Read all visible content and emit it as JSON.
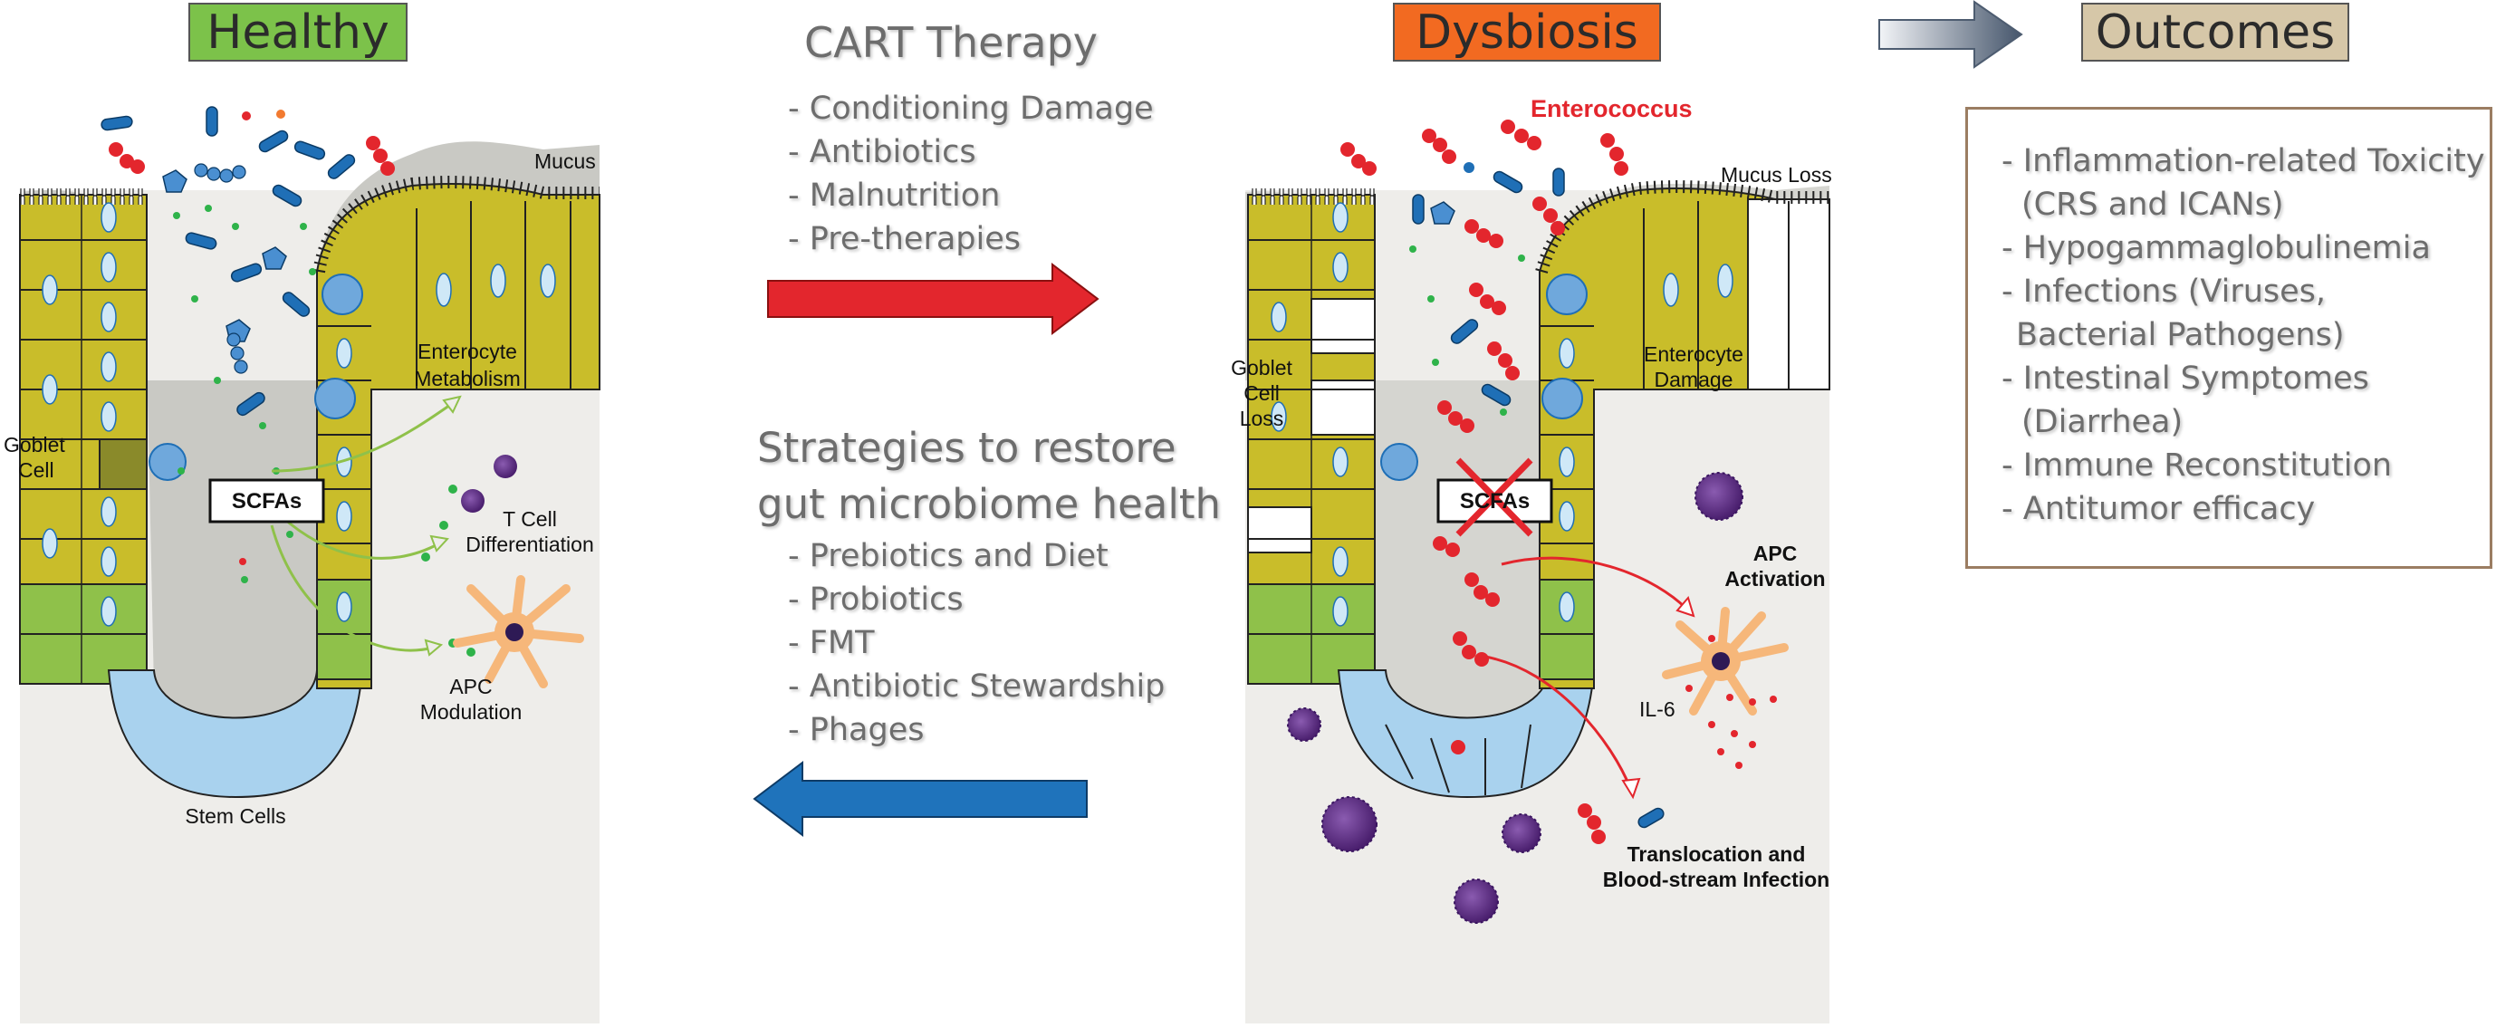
{
  "tags": {
    "healthy": {
      "text": "Healthy",
      "color": "#7cc24a"
    },
    "dysbiosis": {
      "text": "Dysbiosis",
      "color": "#f26a21"
    },
    "outcomes": {
      "text": "Outcomes",
      "color": "#d6c7a8"
    }
  },
  "cart": {
    "title": "CART Therapy",
    "items": [
      "- Conditioning Damage",
      "- Antibiotics",
      "- Malnutrition",
      "- Pre-therapies"
    ]
  },
  "strategies": {
    "title_line1": "Strategies to restore",
    "title_line2": "gut microbiome health",
    "items": [
      "- Prebiotics and Diet",
      "- Probiotics",
      "- FMT",
      "- Antibiotic Stewardship",
      "- Phages"
    ]
  },
  "outcomes": {
    "items": [
      "- Inflammation-related Toxicity",
      "(CRS and ICANs)",
      "- Hypogammaglobulinemia",
      "- Infections (Viruses,",
      "Bacterial Pathogens)",
      "- Intestinal Symptomes",
      "(Diarrhea)",
      "- Immune Reconstitution",
      "- Antitumor efficacy"
    ]
  },
  "healthy_labels": {
    "mucus": "Mucus",
    "goblet_1": "Goblet",
    "goblet_2": "Cell",
    "scfas": "SCFAs",
    "enterocyte_1": "Enterocyte",
    "enterocyte_2": "Metabolism",
    "tcell_1": "T Cell",
    "tcell_2": "Differentiation",
    "apc_1": "APC",
    "apc_2": "Modulation",
    "stem": "Stem Cells"
  },
  "dysbiosis_labels": {
    "enterococcus": "Enterococcus",
    "mucus_loss": "Mucus Loss",
    "goblet_1": "Goblet",
    "goblet_2": "Cell",
    "goblet_3": "Loss",
    "enterocyte_1": "Enterocyte",
    "enterocyte_2": "Damage",
    "scfas": "SCFAs",
    "apc_1": "APC",
    "apc_2": "Activation",
    "il6": "IL-6",
    "trans_1": "Translocation and",
    "trans_2": "Blood-stream Infection"
  },
  "colors": {
    "mucus": "#c9c9c4",
    "tissue": "#eeedea",
    "enterocyte": "#c9bd2a",
    "lower_green": "#8fc14a",
    "stem_blue": "#a9d2ee",
    "bacteria_blue": "#1f6fb6",
    "scfa_green": "#2fb34a",
    "enterococcus_red": "#e3262d",
    "immune_purple": "#5a2d82",
    "arrow_red": "#e3262d",
    "arrow_blue": "#1f73bb",
    "arrow_gray": "#5a6a80"
  }
}
